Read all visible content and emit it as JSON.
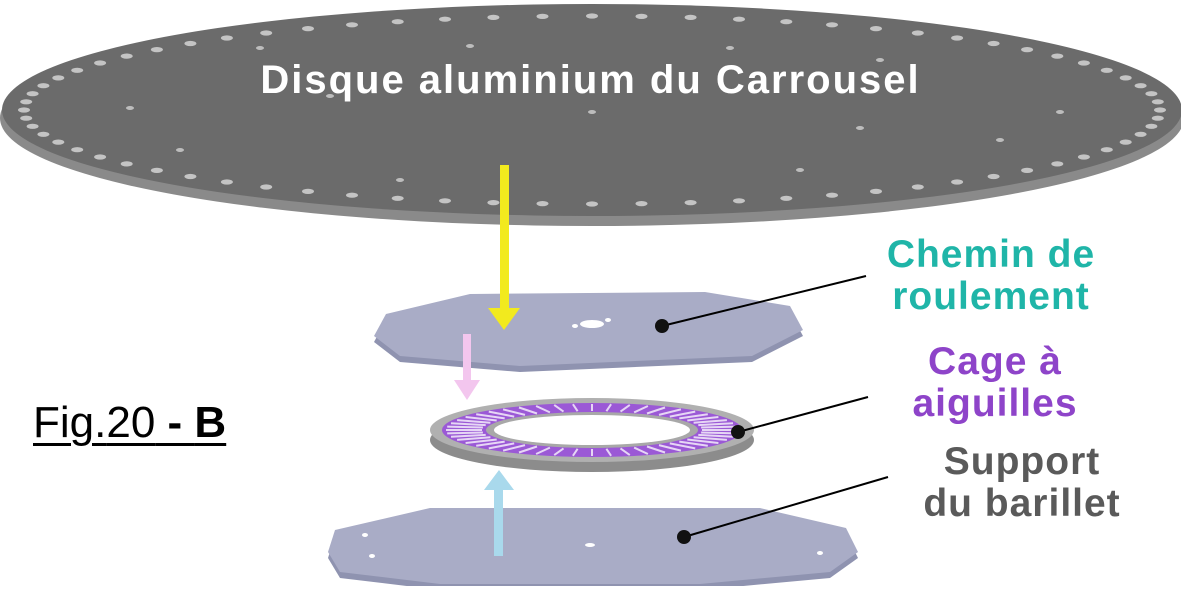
{
  "diagram": {
    "disc_label": "Disque aluminium du Carrousel",
    "parts": [
      {
        "line1": "Chemin de",
        "line2": "roulement",
        "color": "#1fb5a8"
      },
      {
        "line1": "Cage à",
        "line2": "aiguilles",
        "color": "#8e44c9"
      },
      {
        "line1": "Support",
        "line2": "du barillet",
        "color": "#5a5a5a"
      }
    ],
    "figure": {
      "prefix": "Fig.",
      "number": "20",
      "separator": " - ",
      "letter": "B"
    }
  },
  "colors": {
    "disc": "#6b6b6b",
    "plate": "#a9acc6",
    "cage_fill": "#9b59d6",
    "arrow_yellow": "#f2ea1e",
    "arrow_pink": "#f3c6ee",
    "arrow_blue": "#a9d9ec"
  }
}
